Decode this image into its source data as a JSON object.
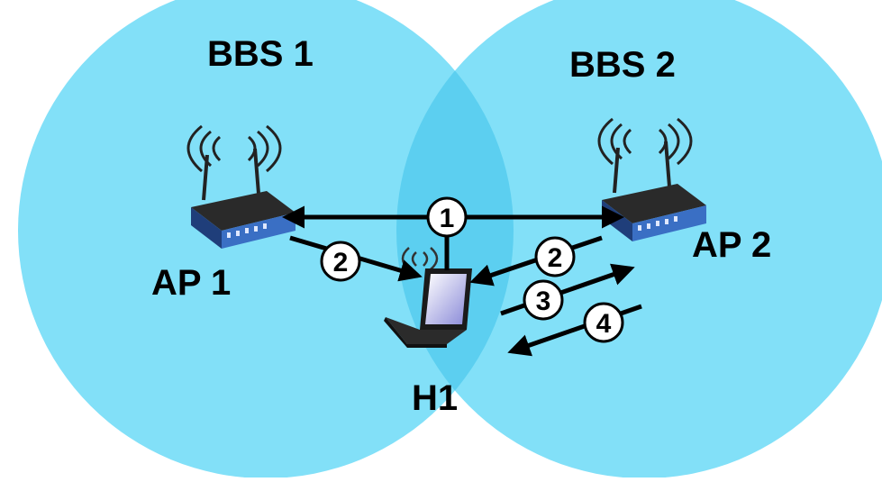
{
  "bss": [
    {
      "label": "BBS 1"
    },
    {
      "label": "BBS 2"
    }
  ],
  "access_points": [
    {
      "label": "AP 1"
    },
    {
      "label": "AP 2"
    }
  ],
  "host": {
    "label": "H1"
  },
  "steps": [
    "1",
    "2",
    "2",
    "3",
    "4"
  ],
  "colors": {
    "cell": "#82e0f8",
    "overlap": "#5ccff0",
    "arrow": "#000000",
    "step_circle": "#ffffff",
    "router_body": "#3a6fc4",
    "router_top": "#2a2a2a"
  },
  "icons": {
    "router": "wireless-router-icon",
    "laptop": "laptop-icon",
    "signal": "wifi-signal-icon"
  }
}
